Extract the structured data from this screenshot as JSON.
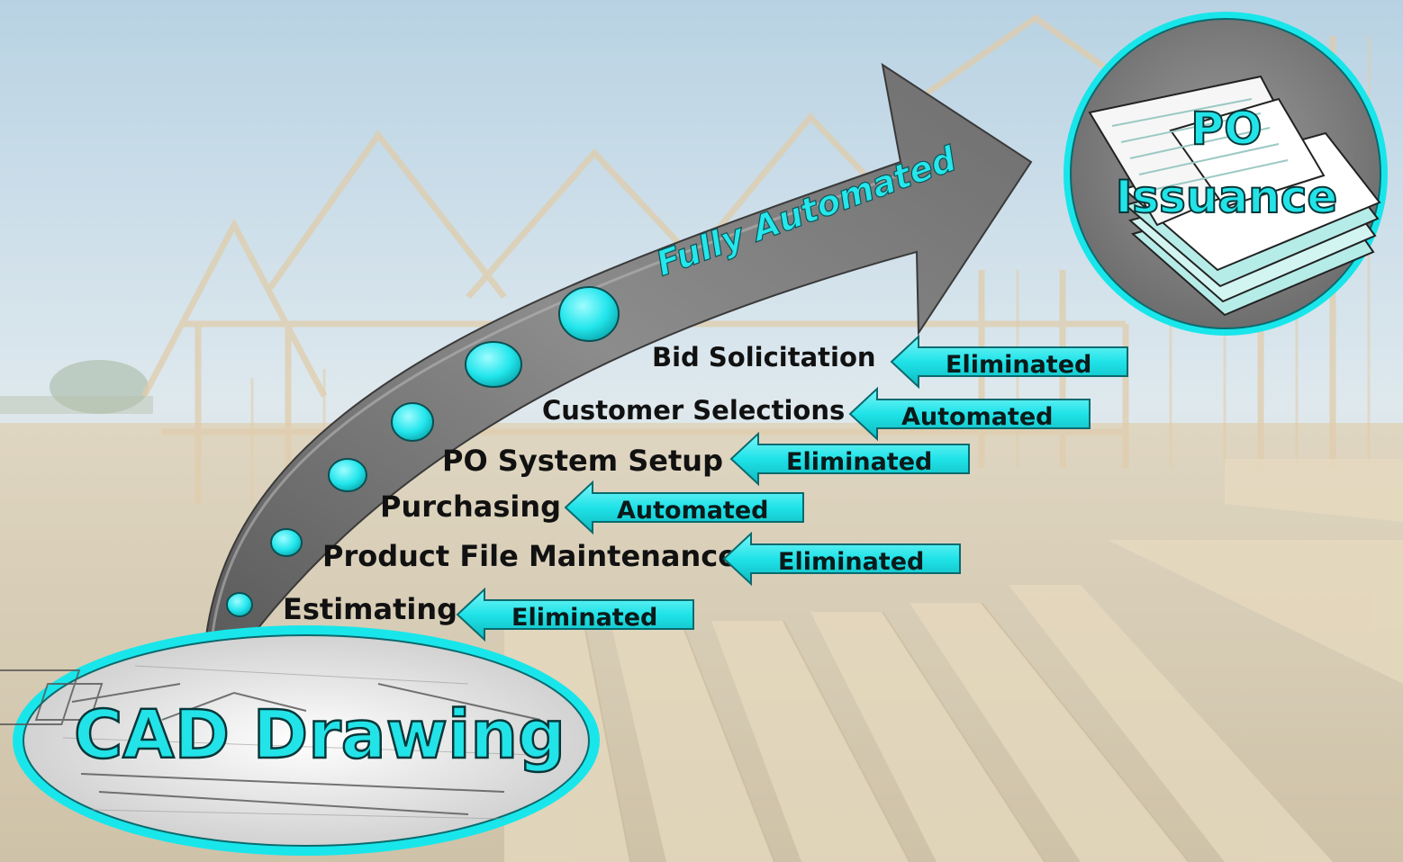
{
  "source": {
    "label": "CAD Drawing"
  },
  "target": {
    "label_line1": "PO",
    "label_line2": "Issuance"
  },
  "arrow": {
    "label": "Fully Automated"
  },
  "steps": [
    {
      "label": "Bid Solicitation",
      "status": "Eliminated"
    },
    {
      "label": "Customer Selections",
      "status": "Automated"
    },
    {
      "label": "PO System Setup",
      "status": "Eliminated"
    },
    {
      "label": "Purchasing",
      "status": "Automated"
    },
    {
      "label": "Product File Maintenance",
      "status": "Eliminated"
    },
    {
      "label": "Estimating",
      "status": "Eliminated"
    }
  ],
  "colors": {
    "accent": "#19e6ea",
    "arrow_body": "#7d7d7d",
    "sky": "#b9d3e4",
    "ground": "#cfc2a8"
  },
  "background": {
    "content": "house framing construction site photo"
  }
}
